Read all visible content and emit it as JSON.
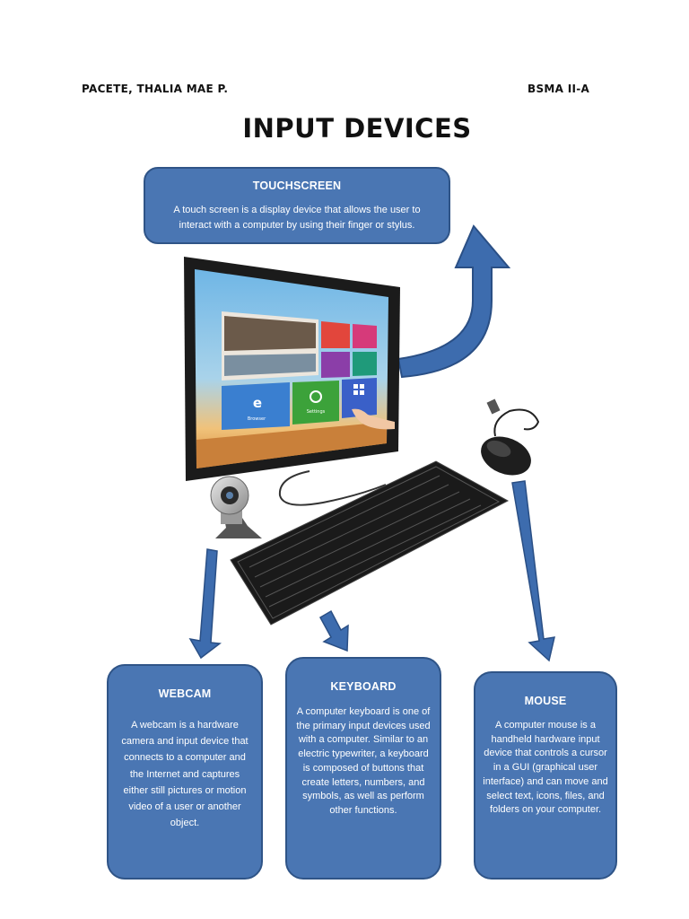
{
  "header": {
    "name": "PACETE, THALIA MAE P.",
    "course": "BSMA II-A",
    "title": "INPUT DEVICES"
  },
  "touchscreen": {
    "title": "TOUCHSCREEN",
    "text": "A touch screen is a display device that allows the user to interact with a computer by using their finger or stylus."
  },
  "webcam": {
    "title": "WEBCAM",
    "text": "A webcam is a hardware camera and input device that connects to a computer and the Internet and captures either still pictures or motion video of a user or another object."
  },
  "keyboard": {
    "title": "KEYBOARD",
    "text": "A computer keyboard is one of the primary input devices used with a computer. Similar to an electric typewriter, a keyboard is composed of buttons that create letters, numbers, and symbols, as well as perform other functions."
  },
  "mouse": {
    "title": "MOUSE",
    "text": "A computer mouse is a handheld hardware input device that controls a cursor in a GUI (graphical user interface) and can move and select text, icons, files, and folders on your computer."
  },
  "screen_tiles": {
    "browser": "Browser",
    "settings": "Settings"
  },
  "colors": {
    "box_fill": "#4a76b3",
    "box_border": "#2f5487",
    "arrow": "#3d6cae"
  }
}
